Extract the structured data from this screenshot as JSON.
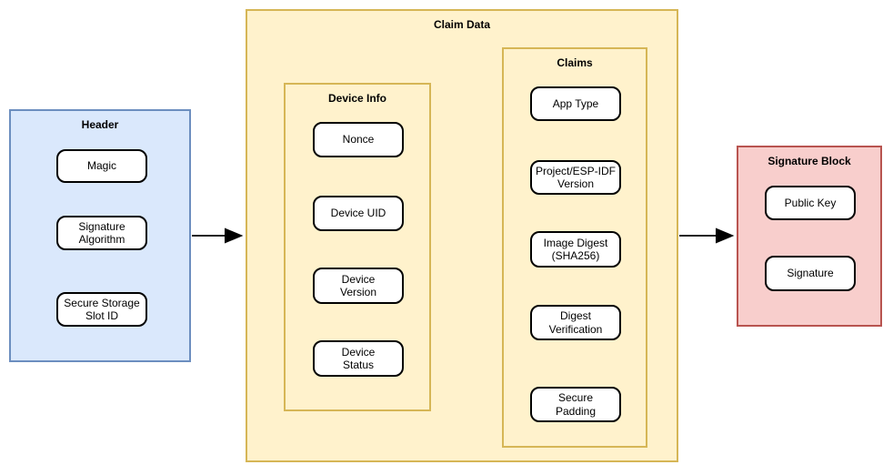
{
  "colors": {
    "header_fill": "#dae8fc",
    "header_border": "#6c8ebf",
    "claim_fill": "#fff2cc",
    "claim_border": "#d6b656",
    "signature_fill": "#f8cecc",
    "signature_border": "#b85450",
    "node_fill": "#ffffff",
    "node_border": "#000000",
    "arrow_color": "#000000"
  },
  "header": {
    "title": "Header",
    "items": [
      "Magic",
      "Signature\nAlgorithm",
      "Secure Storage\nSlot ID"
    ]
  },
  "claim_data": {
    "title": "Claim Data",
    "device_info": {
      "title": "Device Info",
      "items": [
        "Nonce",
        "Device UID",
        "Device\nVersion",
        "Device\nStatus"
      ]
    },
    "claims": {
      "title": "Claims",
      "items": [
        "App Type",
        "Project/ESP-IDF\nVersion",
        "Image Digest\n(SHA256)",
        "Digest\nVerification",
        "Secure\nPadding"
      ]
    }
  },
  "signature_block": {
    "title": "Signature Block",
    "items": [
      "Public Key",
      "Signature"
    ]
  },
  "edges": [
    {
      "from": "Header",
      "to": "Claim Data"
    },
    {
      "from": "Claim Data",
      "to": "Signature Block"
    }
  ]
}
